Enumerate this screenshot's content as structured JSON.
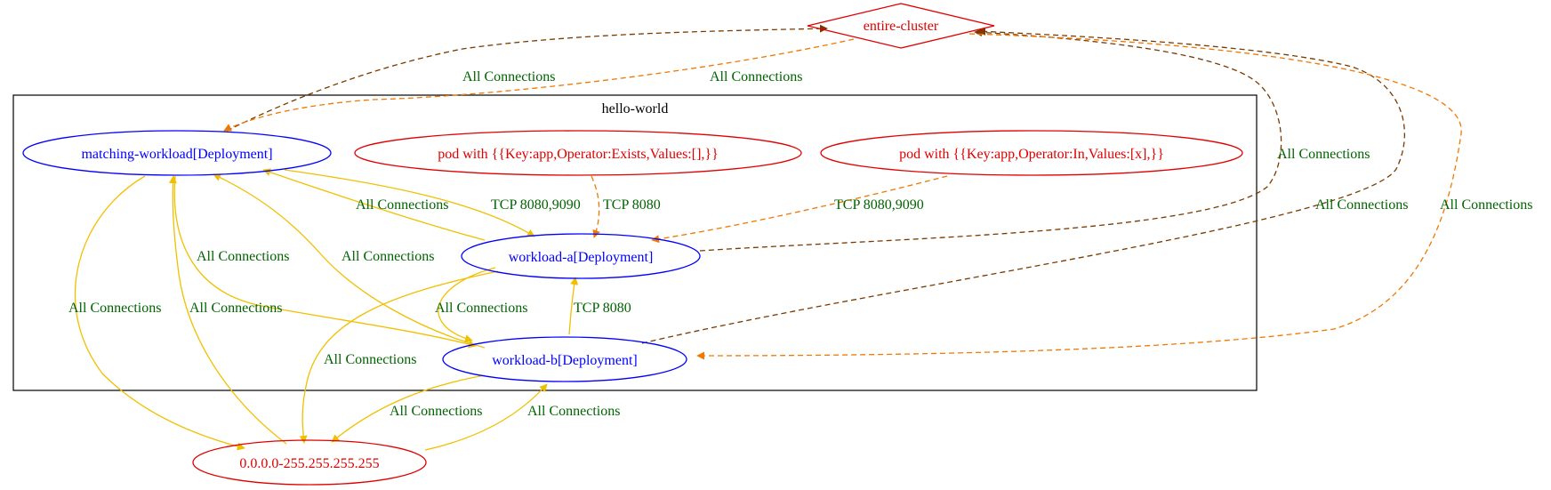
{
  "cluster": {
    "label": "hello-world"
  },
  "nodes": {
    "entire_cluster": {
      "label": "entire-cluster",
      "color": "#e00000",
      "shape": "diamond"
    },
    "matching_workload": {
      "label": "matching-workload[Deployment]",
      "color": "#0000ff"
    },
    "pod_exists": {
      "label": "pod with {{Key:app,Operator:Exists,Values:[],}}",
      "color": "#e00000"
    },
    "pod_in": {
      "label": "pod with {{Key:app,Operator:In,Values:[x],}}",
      "color": "#e00000"
    },
    "workload_a": {
      "label": "workload-a[Deployment]",
      "color": "#0000ff"
    },
    "workload_b": {
      "label": "workload-b[Deployment]",
      "color": "#0000ff"
    },
    "ip_range": {
      "label": "0.0.0.0-255.255.255.255",
      "color": "#e00000"
    }
  },
  "edge_labels": {
    "mw_to_cluster": "All Connections",
    "cluster_to_mw": "All Connections",
    "wa_to_cluster": "All Connections",
    "wb_to_cluster": "All Connections",
    "cluster_to_wb": "All Connections",
    "wa_to_mw": "All Connections",
    "mw_to_wa": "TCP 8080,9090",
    "podex_to_wa": "TCP 8080",
    "podin_to_wa": "TCP 8080,9090",
    "mw_to_wb": "All Connections",
    "wb_to_mw": "All Connections",
    "mw_to_ip": "All Connections",
    "ip_to_mw": "All Connections",
    "wa_to_wb": "All Connections",
    "wb_to_wa": "TCP 8080",
    "wa_to_ip": "All Connections",
    "wb_to_ip": "All Connections",
    "ip_to_wb": "All Connections"
  },
  "edge_colors": {
    "internal": "#f0c000",
    "egress_to_cluster": "#7a3a00",
    "ingress_from_cluster": "#f07800"
  }
}
